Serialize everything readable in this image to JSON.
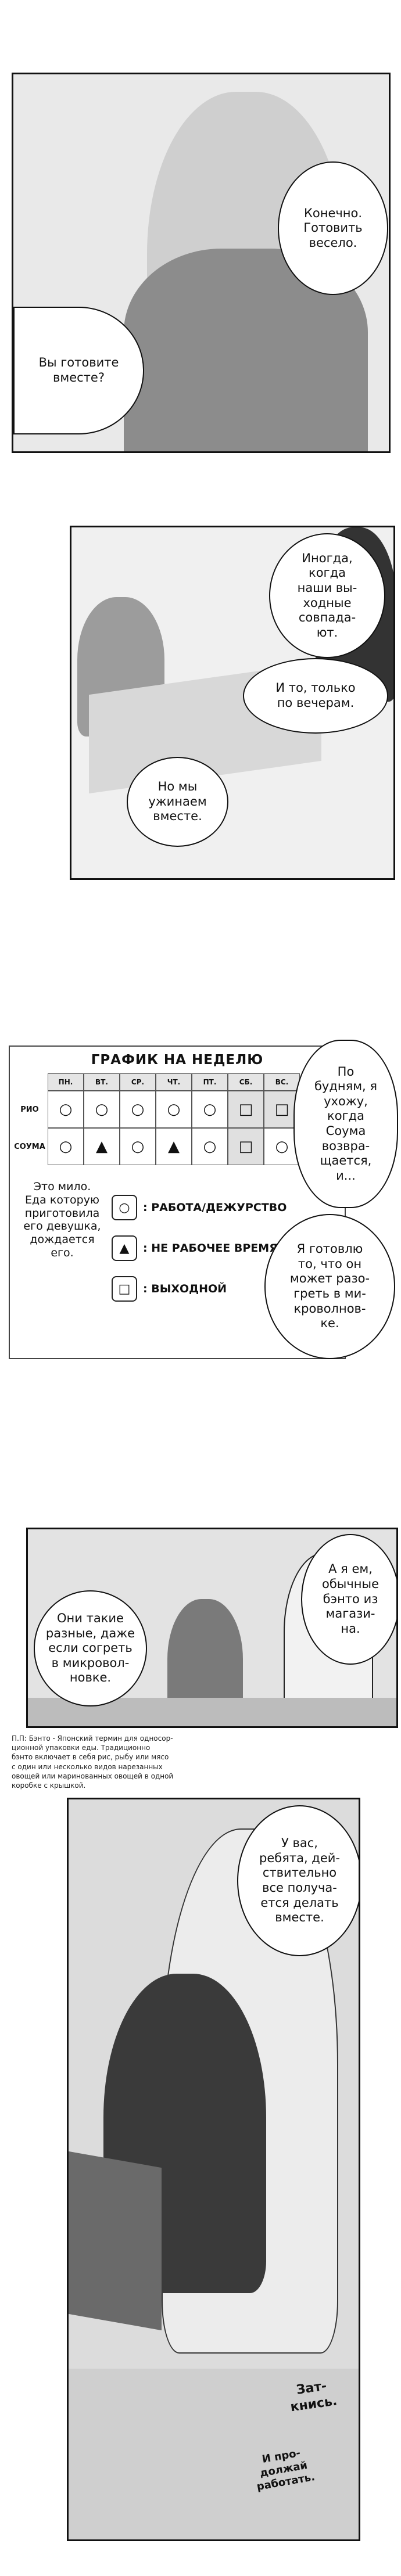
{
  "panel1": {
    "bubble_right": "Конечно.\nГотовить\nвесело.",
    "bubble_left": "Вы готовите\nвместе?"
  },
  "panel2": {
    "bubble_top": "Иногда,\nкогда\nнаши вы-\nходные\nсовпада-\nют.",
    "bubble_mid": "И то, только\nпо вечерам.",
    "bubble_bottom": "Но мы\nужинаем\nвместе."
  },
  "schedule": {
    "title": "ГРАФИК НА НЕДЕЛЮ",
    "days": [
      "ПН.",
      "ВТ.",
      "СР.",
      "ЧТ.",
      "ПТ.",
      "СБ.",
      "ВС."
    ],
    "rows": [
      {
        "label": "РИО",
        "cells": [
          "○",
          "○",
          "○",
          "○",
          "○",
          "□",
          "□"
        ]
      },
      {
        "label": "СОУМА",
        "cells": [
          "○",
          "▲",
          "○",
          "▲",
          "○",
          "□",
          "○"
        ]
      }
    ],
    "legend": [
      {
        "symbol": "○",
        "label": ": РАБОТА/ДЕЖУРСТВО"
      },
      {
        "symbol": "▲",
        "label": ": НЕ РАБОЧЕЕ ВРЕМЯ"
      },
      {
        "symbol": "□",
        "label": ": ВЫХОДНОЙ"
      }
    ],
    "handwritten": "Это мило.\nЕда которую\nприготовила\nего девушка,\nдождается\nего.",
    "bubble_top": "По\nбудням, я\nухожу,\nкогда\nСоума\nвозвра-\nщается,\nи...",
    "bubble_bottom": "Я готовлю\nто, что он\nможет разо-\nгреть в ми-\nкроволнов-\nке."
  },
  "panel4": {
    "bubble_right": "А я ем,\nобычные\nбэнто из\nмагази-\nна.",
    "bubble_left": "Они такие\nразные, даже\nесли согреть\nв микровол-\nновке.",
    "footnote": "П.П: Бэнто - Японский термин для односор-\nционной упаковки еды. Традиционно\nбэнто включает в себя рис, рыбу или мясо\nс один или несколько видов нарезанных\nовощей или маринованных овощей в одной\nкоробке с крышкой."
  },
  "panel5": {
    "bubble_right": "У вас,\nребята, дей-\nствительно\nвсе получа-\nется делать\nвместе.",
    "sfx_1": "Зат-\nкнись.",
    "sfx_2": "И про-\nдолжай\nработать."
  }
}
